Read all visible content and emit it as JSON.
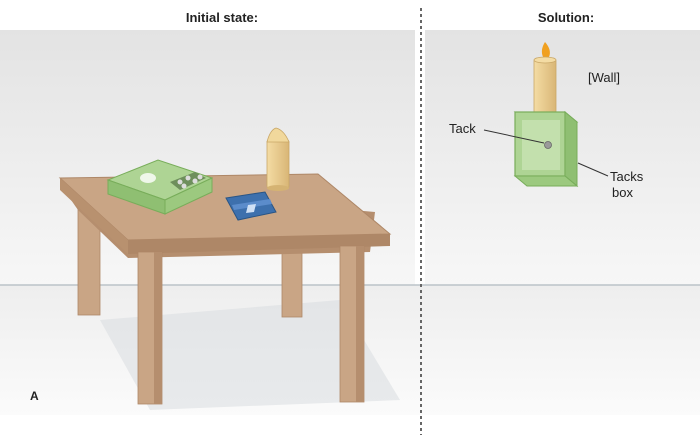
{
  "panels": {
    "initial": {
      "title": "Initial state:"
    },
    "solution": {
      "title": "Solution:",
      "labels": {
        "wall": "[Wall]",
        "tack": "Tack",
        "tacks_box_line1": "Tacks",
        "tacks_box_line2": "box"
      }
    }
  },
  "panel_letter": "A",
  "colors": {
    "wall_top": "#e6e6e6",
    "wall_bottom": "#f5f5f5",
    "floor": "#f0f0f0",
    "floor_line": "#bcc3c8",
    "table_top": "#c9a585",
    "table_edge": "#ae8767",
    "table_leg": "#c9a585",
    "table_leg_shade": "#b58e6e",
    "candle_wax": "#ebd092",
    "candle_shade": "#d5b373",
    "flame": "#f0a020",
    "box_green": "#aed494",
    "box_green_dark": "#78ad5a",
    "matchbook_blue": "#3d70ad",
    "divider": "#666666"
  }
}
